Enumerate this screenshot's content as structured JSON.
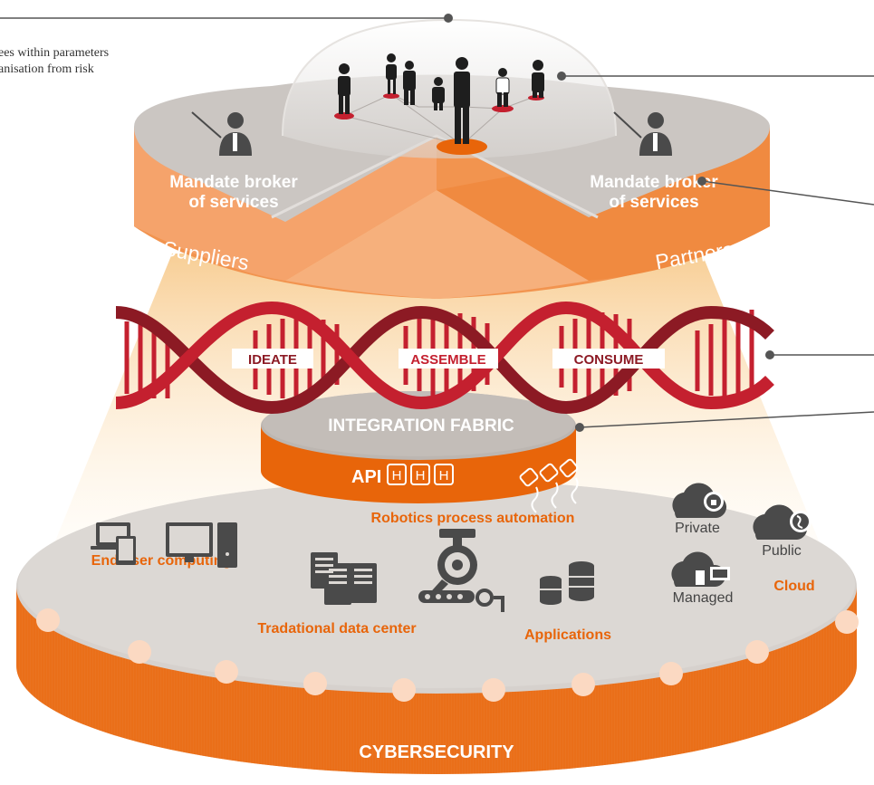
{
  "intro_text": {
    "line1": "ees within parameters",
    "line2": "anisation from risk"
  },
  "top_platform": {
    "left_broker_line1": "Mandate broker",
    "left_broker_line2": "of services",
    "right_broker_line1": "Mandate broker",
    "right_broker_line2": "of services",
    "left_band": "Suppliers",
    "right_band": "Partners"
  },
  "dna": {
    "stages": [
      "IDEATE",
      "ASSEMBLE",
      "CONSUME"
    ]
  },
  "integration": {
    "title": "INTEGRATION FABRIC",
    "api_label": "API",
    "api_blocks": [
      "H",
      "H",
      "H"
    ]
  },
  "base": {
    "rpa": "Robotics process automation",
    "end_user": "End user computing",
    "data_center": "Tradational data center",
    "applications": "Applications",
    "cloud": "Cloud",
    "cloud_private": "Private",
    "cloud_public": "Public",
    "cloud_managed": "Managed",
    "security": "CYBERSECURITY"
  },
  "colors": {
    "orange": "#e8650a",
    "light_orange": "#f5a36b",
    "grey_top": "#cfcac6",
    "dark_red": "#8c1a24",
    "red": "#c4202f",
    "icon_grey": "#4a4a4a"
  },
  "icons": [
    "person-silhouette",
    "presenter-icon",
    "laptop-icon",
    "desktop-icon",
    "server-icon",
    "robot-arm-icon",
    "database-icon",
    "cloud-lock-icon",
    "cloud-globe-icon",
    "cloud-monitor-icon",
    "plug-icon"
  ]
}
